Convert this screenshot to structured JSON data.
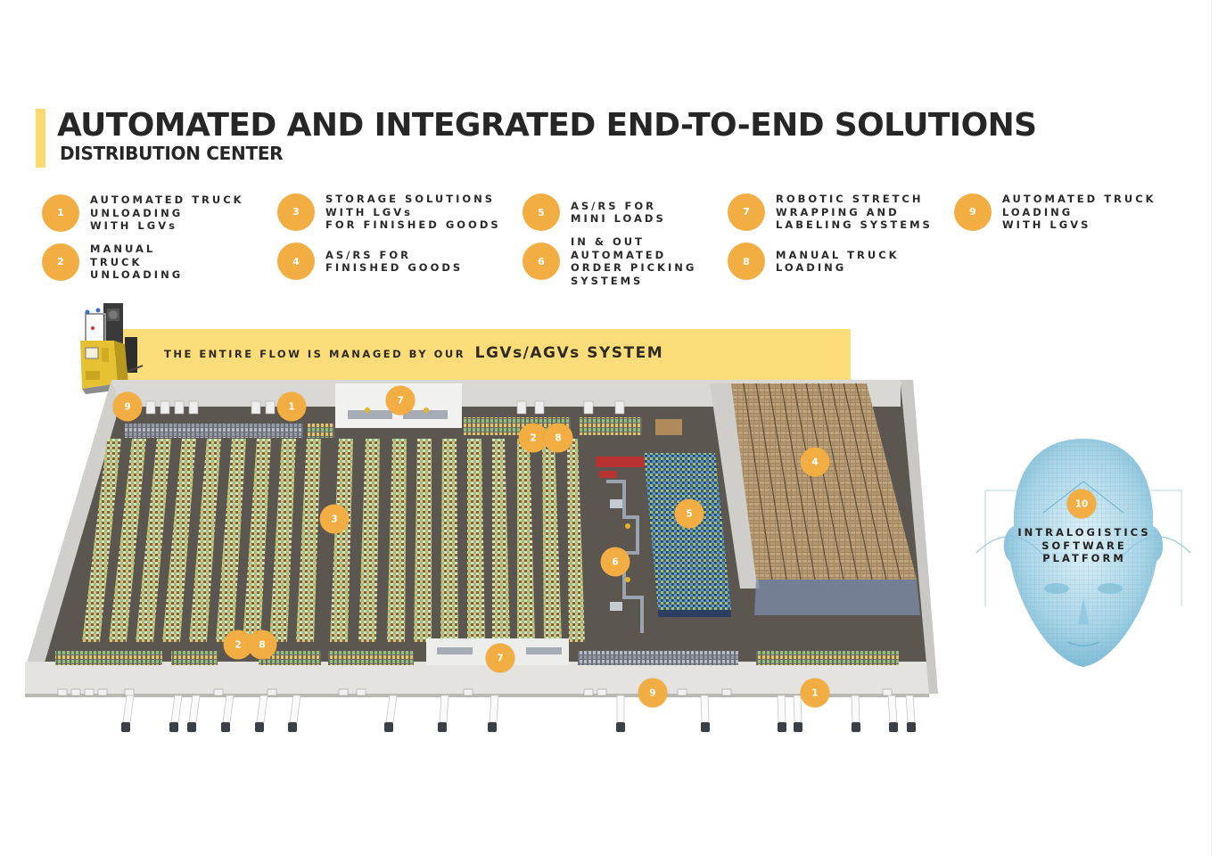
{
  "header": {
    "title": "AUTOMATED AND INTEGRATED END-TO-END SOLUTIONS",
    "subtitle": "DISTRIBUTION CENTER"
  },
  "colors": {
    "accent_yellow": "#fbd970",
    "banner_yellow": "#fddc7a",
    "marker_orange": "#f2ae43",
    "text_dark": "#262626"
  },
  "legend": [
    {
      "number": "1",
      "label": "AUTOMATED TRUCK\nUNLOADING\nWITH LGVs"
    },
    {
      "number": "2",
      "label": "MANUAL\nTRUCK\nUNLOADING"
    },
    {
      "number": "3",
      "label": "STORAGE SOLUTIONS\nWITH LGVs\nFOR FINISHED GOODS"
    },
    {
      "number": "4",
      "label": "AS/RS FOR\nFINISHED GOODS"
    },
    {
      "number": "5",
      "label": "AS/RS FOR\nMINI LOADS"
    },
    {
      "number": "6",
      "label": "IN & OUT\nAUTOMATED\nORDER PICKING\nSYSTEMS"
    },
    {
      "number": "7",
      "label": "ROBOTIC STRETCH\nWRAPPING AND\nLABELING SYSTEMS"
    },
    {
      "number": "8",
      "label": "MANUAL TRUCK\nLOADING"
    },
    {
      "number": "9",
      "label": "AUTOMATED TRUCK\nLOADING\nWITH LGVS"
    }
  ],
  "banner": {
    "text": "THE ENTIRE FLOW IS MANAGED BY OUR",
    "emphasis": "LGVs/AGVs SYSTEM"
  },
  "map_markers": [
    {
      "number": "9",
      "zone": "automated-truck-loading-top"
    },
    {
      "number": "1",
      "zone": "automated-truck-unloading-top"
    },
    {
      "number": "7",
      "zone": "stretch-wrapping-top"
    },
    {
      "number": "2",
      "zone": "manual-truck-unloading-top"
    },
    {
      "number": "8",
      "zone": "manual-truck-loading-top"
    },
    {
      "number": "3",
      "zone": "lgv-storage"
    },
    {
      "number": "5",
      "zone": "asrs-mini-loads"
    },
    {
      "number": "6",
      "zone": "order-picking"
    },
    {
      "number": "4",
      "zone": "asrs-finished-goods"
    },
    {
      "number": "2",
      "zone": "manual-truck-unloading-bottom"
    },
    {
      "number": "8",
      "zone": "manual-truck-loading-bottom"
    },
    {
      "number": "7",
      "zone": "stretch-wrapping-bottom"
    },
    {
      "number": "9",
      "zone": "automated-truck-loading-bottom"
    },
    {
      "number": "1",
      "zone": "automated-truck-unloading-bottom"
    }
  ],
  "software_platform": {
    "number": "10",
    "label": "INTRALOGISTICS\nSOFTWARE\nPLATFORM"
  }
}
